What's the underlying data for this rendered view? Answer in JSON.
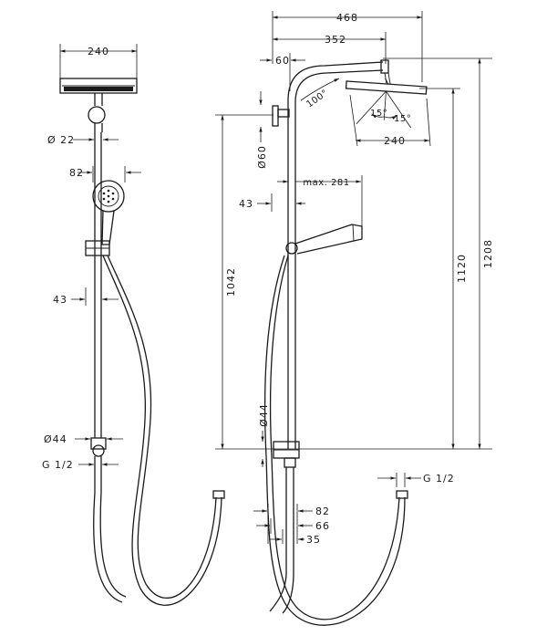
{
  "front_view": {
    "head_width": "240",
    "arm_diameter": "Ø 22",
    "hand_shower_depth": "82",
    "rail_offset": "43",
    "mixer_diameter": "Ø44",
    "inlet_thread": "G 1/2"
  },
  "side_view": {
    "total_reach": "468",
    "arm_reach": "352",
    "wall_offset": "60",
    "arm_angle": "100°",
    "head_tilt_left": "15°",
    "head_tilt_right": "15°",
    "head_width": "240",
    "wall_bracket_diameter": "Ø60",
    "hand_shower_max": "max. 281",
    "rail_offset": "43",
    "total_height": "1208",
    "head_height": "1120",
    "rail_height": "1042",
    "mixer_diameter": "Ø44",
    "depth_82": "82",
    "depth_66": "66",
    "depth_35": "35",
    "inlet_thread": "G 1/2"
  }
}
